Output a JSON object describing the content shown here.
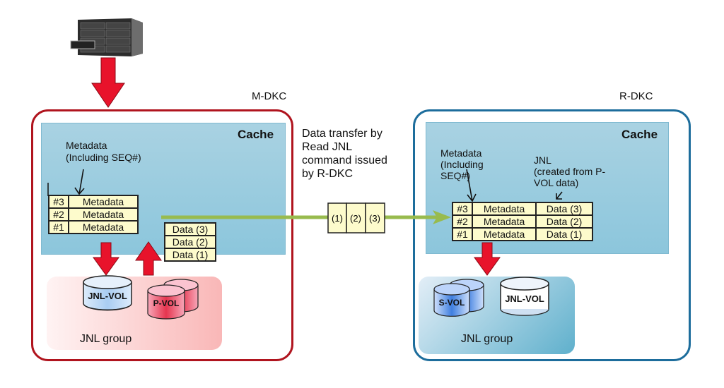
{
  "host": {
    "icon": "storage-server-icon"
  },
  "m_dkc": {
    "label": "M-DKC",
    "cache_title": "Cache",
    "metadata_note": [
      "Metadata",
      "(Including SEQ#)"
    ],
    "journal_rows": [
      {
        "seq": "#3",
        "meta": "Metadata"
      },
      {
        "seq": "#2",
        "meta": "Metadata"
      },
      {
        "seq": "#1",
        "meta": "Metadata"
      }
    ],
    "data_rows": [
      "Data (3)",
      "Data (2)",
      "Data (1)"
    ],
    "volumes": {
      "jnl_vol": "JNL-VOL",
      "p_vol": "P-VOL"
    },
    "group_label": "JNL group"
  },
  "transfer": {
    "text": [
      "Data transfer by",
      "Read JNL",
      "command issued",
      "by R-DKC"
    ],
    "packets": [
      "(1)",
      "(2)",
      "(3)"
    ]
  },
  "r_dkc": {
    "label": "R-DKC",
    "cache_title": "Cache",
    "metadata_note": [
      "Metadata",
      "(Including",
      "SEQ#)"
    ],
    "jnl_note": [
      "JNL",
      "(created from P-",
      "VOL data)"
    ],
    "journal_rows": [
      {
        "seq": "#3",
        "meta": "Metadata",
        "data": "Data (3)"
      },
      {
        "seq": "#2",
        "meta": "Metadata",
        "data": "Data (2)"
      },
      {
        "seq": "#1",
        "meta": "Metadata",
        "data": "Data (1)"
      }
    ],
    "volumes": {
      "s_vol": "S-VOL",
      "jnl_vol": "JNL-VOL"
    },
    "group_label": "JNL group"
  },
  "colors": {
    "m_frame": "#b0141e",
    "r_frame": "#1d6d9c",
    "arrow_red": "#e8132b",
    "transfer_green": "#98bb4e",
    "cell_fill": "#fdfbcc"
  }
}
